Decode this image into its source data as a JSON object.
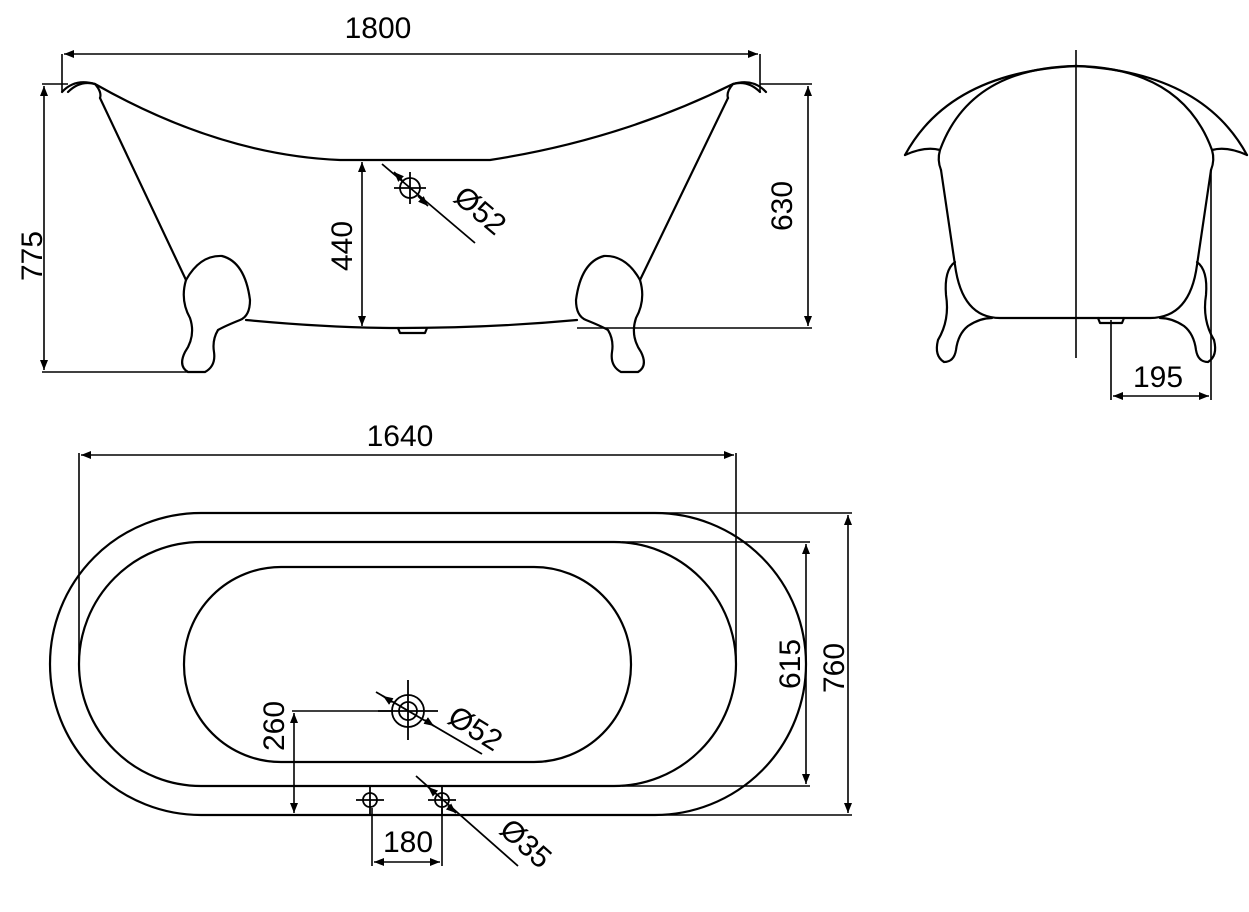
{
  "dimensions": {
    "overall_length": "1800",
    "total_height": "775",
    "rim_height": "630",
    "drain_height": "440",
    "drain_diameter_side": "Ø52",
    "foot_offset": "195",
    "inner_length": "1640",
    "inner_width": "615",
    "overall_width": "760",
    "drain_offset": "260",
    "drain_diameter_top": "Ø52",
    "tap_spacing": "180",
    "tap_hole_diameter": "Ø35"
  }
}
